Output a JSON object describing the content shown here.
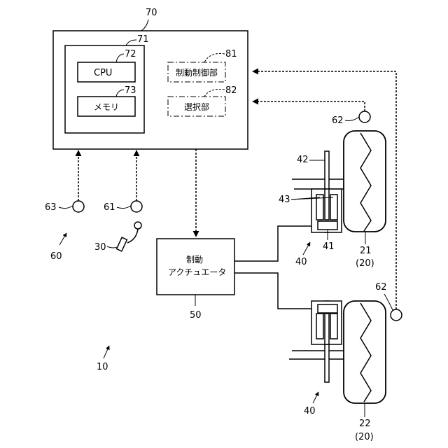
{
  "system_ref": "10",
  "controller": {
    "ref": "70",
    "computer_ref": "71",
    "cpu": {
      "label": "CPU",
      "ref": "72"
    },
    "memory": {
      "label": "メモリ",
      "ref": "73"
    },
    "brake_control_unit": {
      "label": "制動制御部",
      "ref": "81"
    },
    "selection_unit": {
      "label": "選択部",
      "ref": "82"
    }
  },
  "actuator": {
    "label_line1": "制動",
    "label_line2": "アクチュエータ",
    "ref": "50"
  },
  "sensors": {
    "group_ref": "60",
    "left_sensor": "63",
    "right_sensor": "61",
    "wheel_sensor_top": "62",
    "wheel_sensor_bottom": "62"
  },
  "pedal_ref": "30",
  "wheel_top": {
    "ref": "21",
    "group": "(20)"
  },
  "wheel_bottom": {
    "ref": "22",
    "group": "(20)"
  },
  "brake_parts": {
    "disc": "42",
    "caliper": "43",
    "piston": "41",
    "assembly_top": "40",
    "assembly_bottom": "40"
  }
}
